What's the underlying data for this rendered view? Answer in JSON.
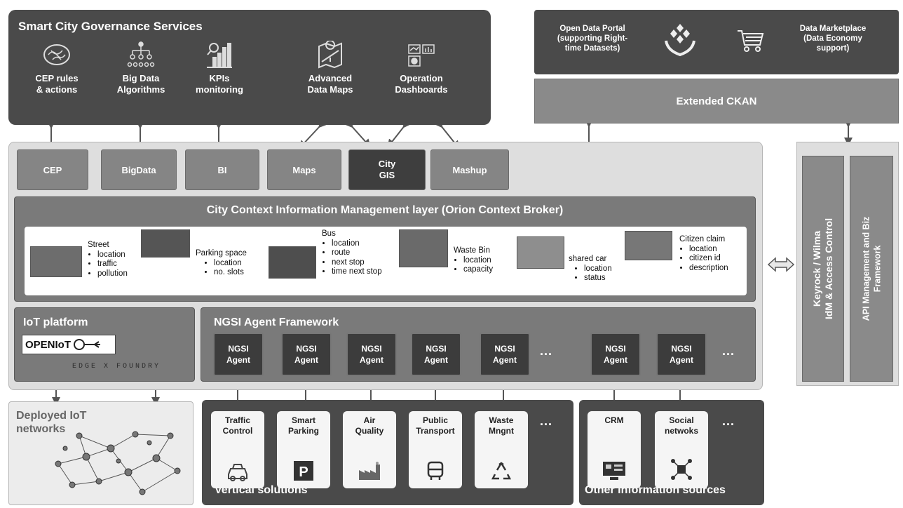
{
  "governance": {
    "title": "Smart City Governance Services",
    "services": [
      {
        "label": "CEP rules\n& actions",
        "icon": "brain-icon"
      },
      {
        "label": "Big Data\nAlgorithms",
        "icon": "hierarchy-icon"
      },
      {
        "label": "KPIs\nmonitoring",
        "icon": "kpi-chart-icon"
      },
      {
        "label": "Advanced\nData Maps",
        "icon": "map-icon"
      },
      {
        "label": "Operation\nDashboards",
        "icon": "dashboard-icon"
      }
    ]
  },
  "open_data": {
    "portal": "Open Data Portal\n(supporting Right-\ntime Datasets)",
    "marketplace": "Data Marketplace\n(Data Economy\nsupport)",
    "ckan": "Extended CKAN"
  },
  "components": [
    "CEP",
    "BigData",
    "BI",
    "Maps",
    "City\nGIS",
    "Mashup"
  ],
  "context_layer": {
    "title": "City Context Information Management layer (Orion Context Broker)",
    "entities": [
      {
        "name": "Street",
        "attrs": [
          "location",
          "traffic",
          "pollution"
        ]
      },
      {
        "name": "Parking space",
        "attrs": [
          "location",
          "no. slots"
        ]
      },
      {
        "name": "Bus",
        "attrs": [
          "location",
          "route",
          "next stop",
          "time next stop"
        ]
      },
      {
        "name": "Waste Bin",
        "attrs": [
          "location",
          "capacity"
        ]
      },
      {
        "name": "shared car",
        "attrs": [
          "location",
          "status"
        ]
      },
      {
        "name": "Citizen claim",
        "attrs": [
          "location",
          "citizen id",
          "description"
        ]
      }
    ]
  },
  "iot": {
    "title": "IoT platform",
    "openiot": "OPENIoT",
    "edgex": "EDGE X FOUNDRY"
  },
  "ngsi": {
    "title": "NGSI Agent Framework",
    "agent_label": "NGSI\nAgent",
    "ellipsis": "..."
  },
  "side": {
    "keyrock": "Keyrock / Wilma\nIdM & Access Control",
    "api": "API Management and Biz\nFramework"
  },
  "deployed": {
    "title": "Deployed IoT\nnetworks"
  },
  "vertical": {
    "title": "Vertical solutions",
    "items": [
      {
        "label": "Traffic\nControl",
        "icon": "car-icon"
      },
      {
        "label": "Smart\nParking",
        "icon": "parking-icon"
      },
      {
        "label": "Air\nQuality",
        "icon": "factory-icon"
      },
      {
        "label": "Public\nTransport",
        "icon": "bus-icon"
      },
      {
        "label": "Waste\nMngnt",
        "icon": "recycle-icon"
      }
    ],
    "ellipsis": "..."
  },
  "other": {
    "title": "Other information sources",
    "items": [
      {
        "label": "CRM",
        "icon": "crm-icon"
      },
      {
        "label": "Social\nnetwoks",
        "icon": "social-network-icon"
      }
    ],
    "ellipsis": "..."
  },
  "colors": {
    "dark": "#4a4a4a",
    "mid": "#8a8a8a",
    "light": "#dedede"
  }
}
